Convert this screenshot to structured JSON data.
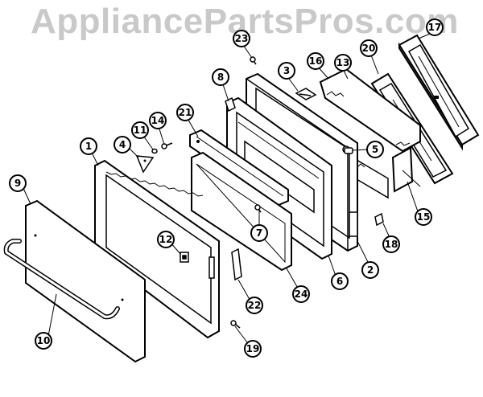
{
  "watermark": "AppliancePartsPros.com",
  "callouts": [
    {
      "id": "c23",
      "label": "23"
    },
    {
      "id": "c17",
      "label": "17"
    },
    {
      "id": "c3",
      "label": "3"
    },
    {
      "id": "c16",
      "label": "16"
    },
    {
      "id": "c13",
      "label": "13"
    },
    {
      "id": "c20",
      "label": "20"
    },
    {
      "id": "c8",
      "label": "8"
    },
    {
      "id": "c21",
      "label": "21"
    },
    {
      "id": "c14",
      "label": "14"
    },
    {
      "id": "c11",
      "label": "11"
    },
    {
      "id": "c4",
      "label": "4"
    },
    {
      "id": "c1",
      "label": "1"
    },
    {
      "id": "c5",
      "label": "5"
    },
    {
      "id": "c9",
      "label": "9"
    },
    {
      "id": "c7",
      "label": "7"
    },
    {
      "id": "c15",
      "label": "15"
    },
    {
      "id": "c12",
      "label": "12"
    },
    {
      "id": "c18",
      "label": "18"
    },
    {
      "id": "c2",
      "label": "2"
    },
    {
      "id": "c6",
      "label": "6"
    },
    {
      "id": "c24",
      "label": "24"
    },
    {
      "id": "c22",
      "label": "22"
    },
    {
      "id": "c10",
      "label": "10"
    },
    {
      "id": "c19",
      "label": "19"
    }
  ]
}
